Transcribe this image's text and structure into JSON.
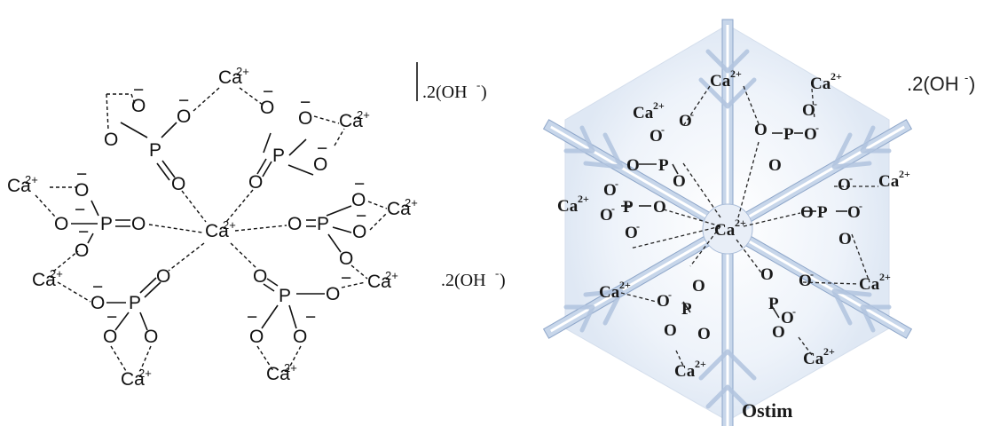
{
  "left_diagram": {
    "center_ion": "Ca",
    "center_charge": "2+",
    "calcium": "Ca",
    "calcium_charge": "2+",
    "phosphorus": "P",
    "oxygen": "O",
    "minus": "−",
    "double_bond": "=",
    "hydroxide_note": ".2(OH",
    "hydroxide_charge": "-",
    "close_paren": ")"
  },
  "right_diagram": {
    "center_ion": "Ca",
    "center_charge": "2+",
    "calcium": "Ca",
    "calcium_charge": "2+",
    "phosphorus": "P",
    "oxygen": "O",
    "minus": "-",
    "hydroxide_note": ".2(OH",
    "hydroxide_charge": "-",
    "close_paren": ")",
    "caption": "Ostim"
  },
  "colors": {
    "ink": "#111111",
    "snowflake_light": "#dfe8f4",
    "snowflake_mid": "#b9cbe3",
    "snowflake_dark": "#8ea6c9"
  }
}
